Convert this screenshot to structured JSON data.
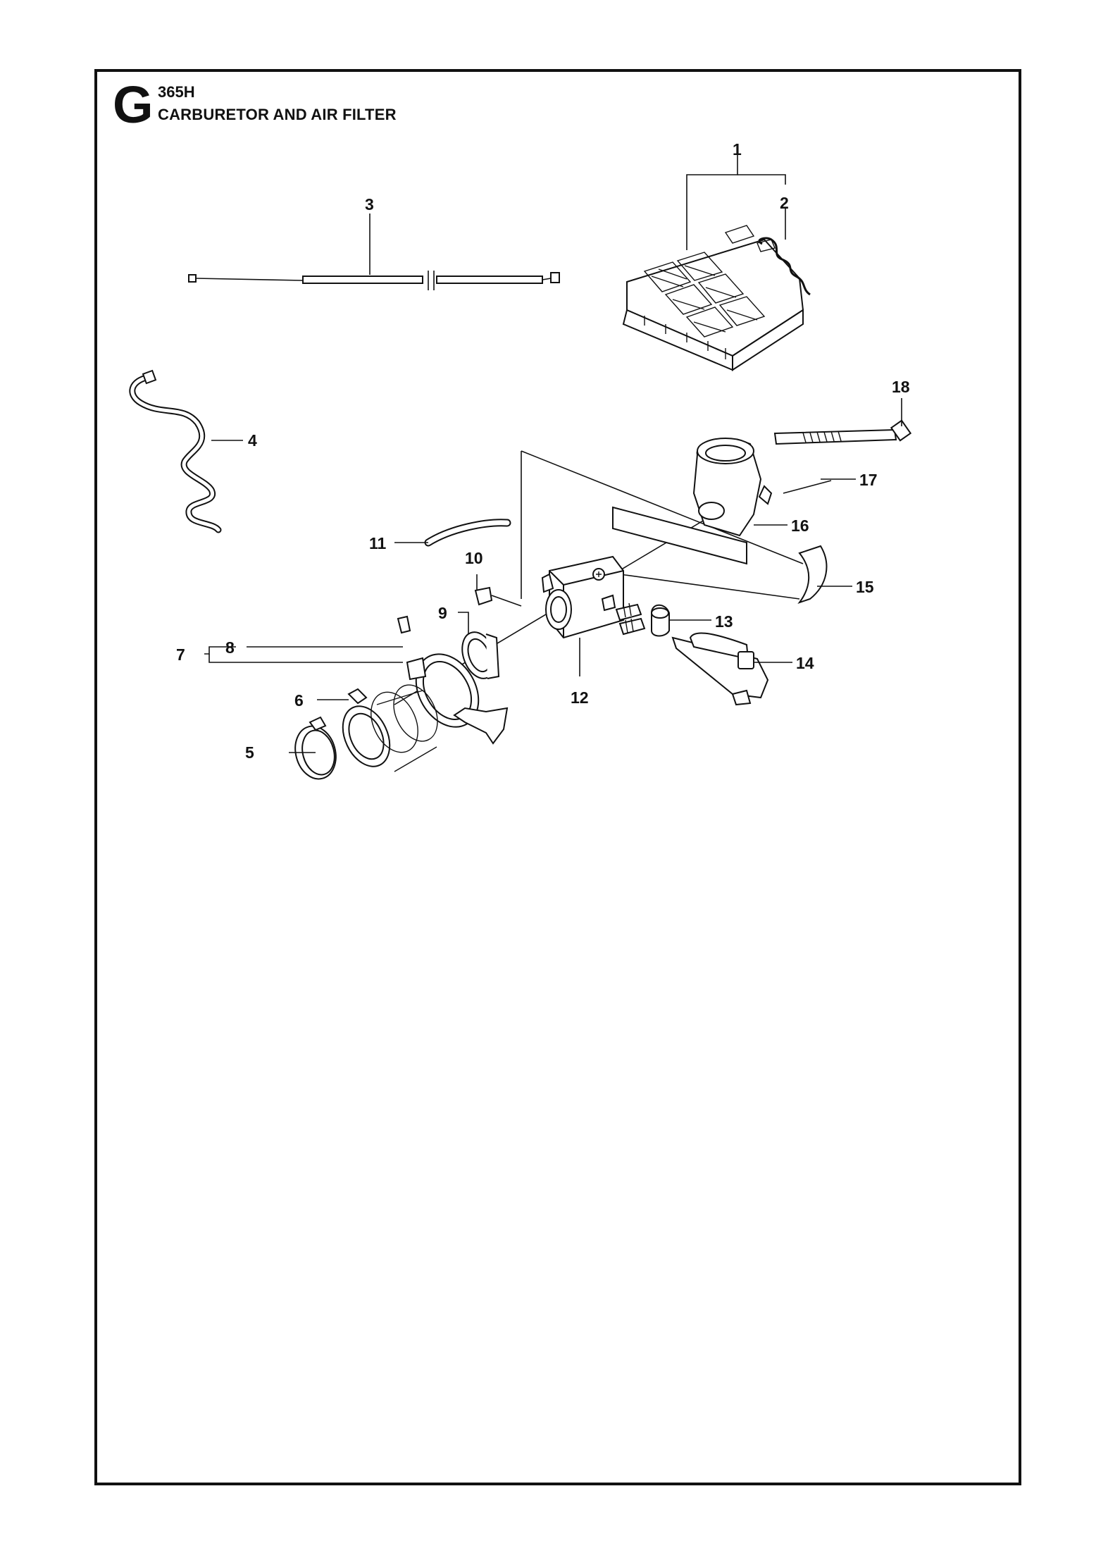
{
  "header": {
    "section_letter": "G",
    "model": "365H",
    "title": "CARBURETOR AND AIR FILTER"
  },
  "callouts": {
    "c1": "1",
    "c2": "2",
    "c3": "3",
    "c4": "4",
    "c5": "5",
    "c6": "6",
    "c7": "7",
    "c8": "8",
    "c9": "9",
    "c10": "10",
    "c11": "11",
    "c12": "12",
    "c13": "13",
    "c14": "14",
    "c15": "15",
    "c16": "16",
    "c17": "17",
    "c18": "18"
  }
}
